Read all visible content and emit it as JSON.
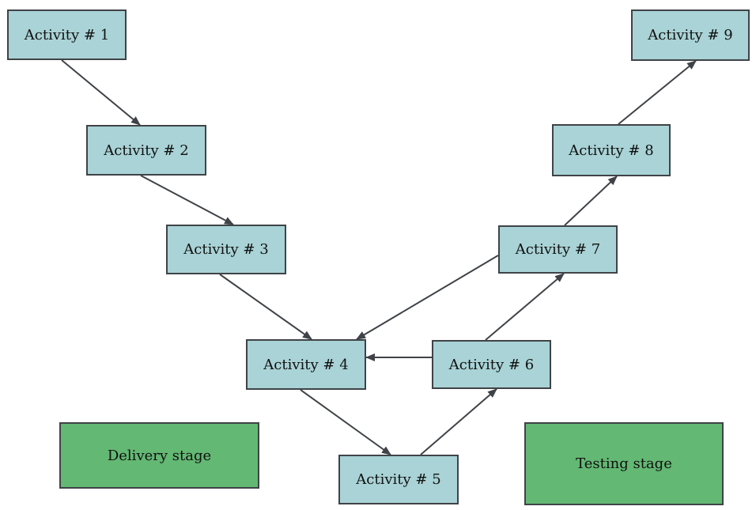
{
  "nodes": {
    "a1": "Activity # 1",
    "a2": "Activity # 2",
    "a3": "Activity # 3",
    "a4": "Activity # 4",
    "a5": "Activity # 5",
    "a6": "Activity # 6",
    "a7": "Activity # 7",
    "a8": "Activity # 8",
    "a9": "Activity # 9"
  },
  "stages": {
    "delivery": "Delivery stage",
    "testing": "Testing stage"
  },
  "colors": {
    "activity_fill": "#a9d3d6",
    "stage_fill": "#63b873",
    "border": "#3f4347",
    "arrow": "#3f4347"
  }
}
